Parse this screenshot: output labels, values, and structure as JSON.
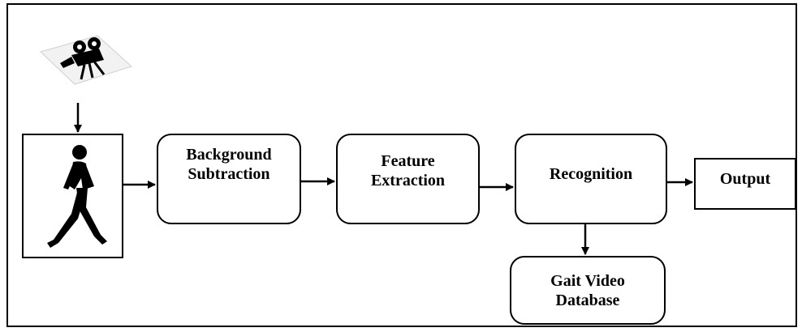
{
  "diagram": {
    "nodes": {
      "background_subtraction": "Background\nSubtraction",
      "feature_extraction": "Feature\nExtraction",
      "recognition": "Recognition",
      "output": "Output",
      "gait_video_database": "Gait Video\nDatabase"
    },
    "icons": {
      "input_device": "movie-camera-icon",
      "input_frame": "walking-person-icon"
    },
    "colors": {
      "line": "#000000",
      "background": "#ffffff"
    }
  }
}
